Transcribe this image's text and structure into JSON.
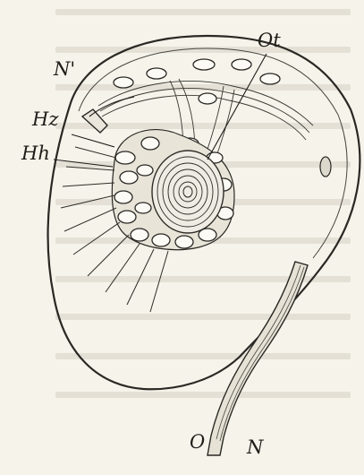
{
  "figure": {
    "labels": {
      "n_prime": "N'",
      "hz": "Hz",
      "hh": "Hh",
      "ot": "Ot",
      "o": "O",
      "n": "N"
    }
  }
}
